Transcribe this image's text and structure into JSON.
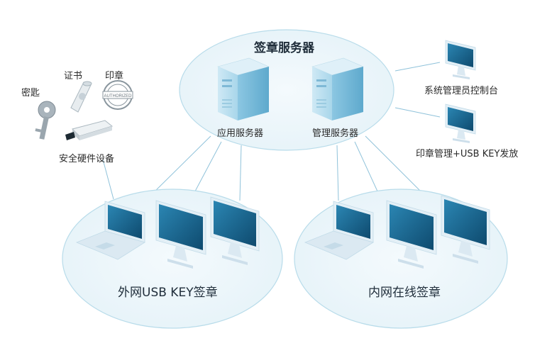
{
  "labels": {
    "sign_server": "签章服务器",
    "app_server": "应用服务器",
    "mgmt_server": "管理服务器",
    "admin_console": "系统管理员控制台",
    "seal_usb_issue": "印章管理+USB KEY发放",
    "key": "密匙",
    "certificate": "证书",
    "seal": "印章",
    "secure_hw": "安全硬件设备",
    "extranet": "外网USB KEY签章",
    "intranet": "内网在线签章"
  },
  "icons": {
    "seal_stamp_text": "AUTHORIZED"
  },
  "colors": {
    "ellipse_fill": "#eef7fb",
    "ellipse_stroke": "#b8dcea",
    "line": "#8fc2da",
    "screen": "#1f6e97",
    "device_body": "#e3eff6"
  }
}
